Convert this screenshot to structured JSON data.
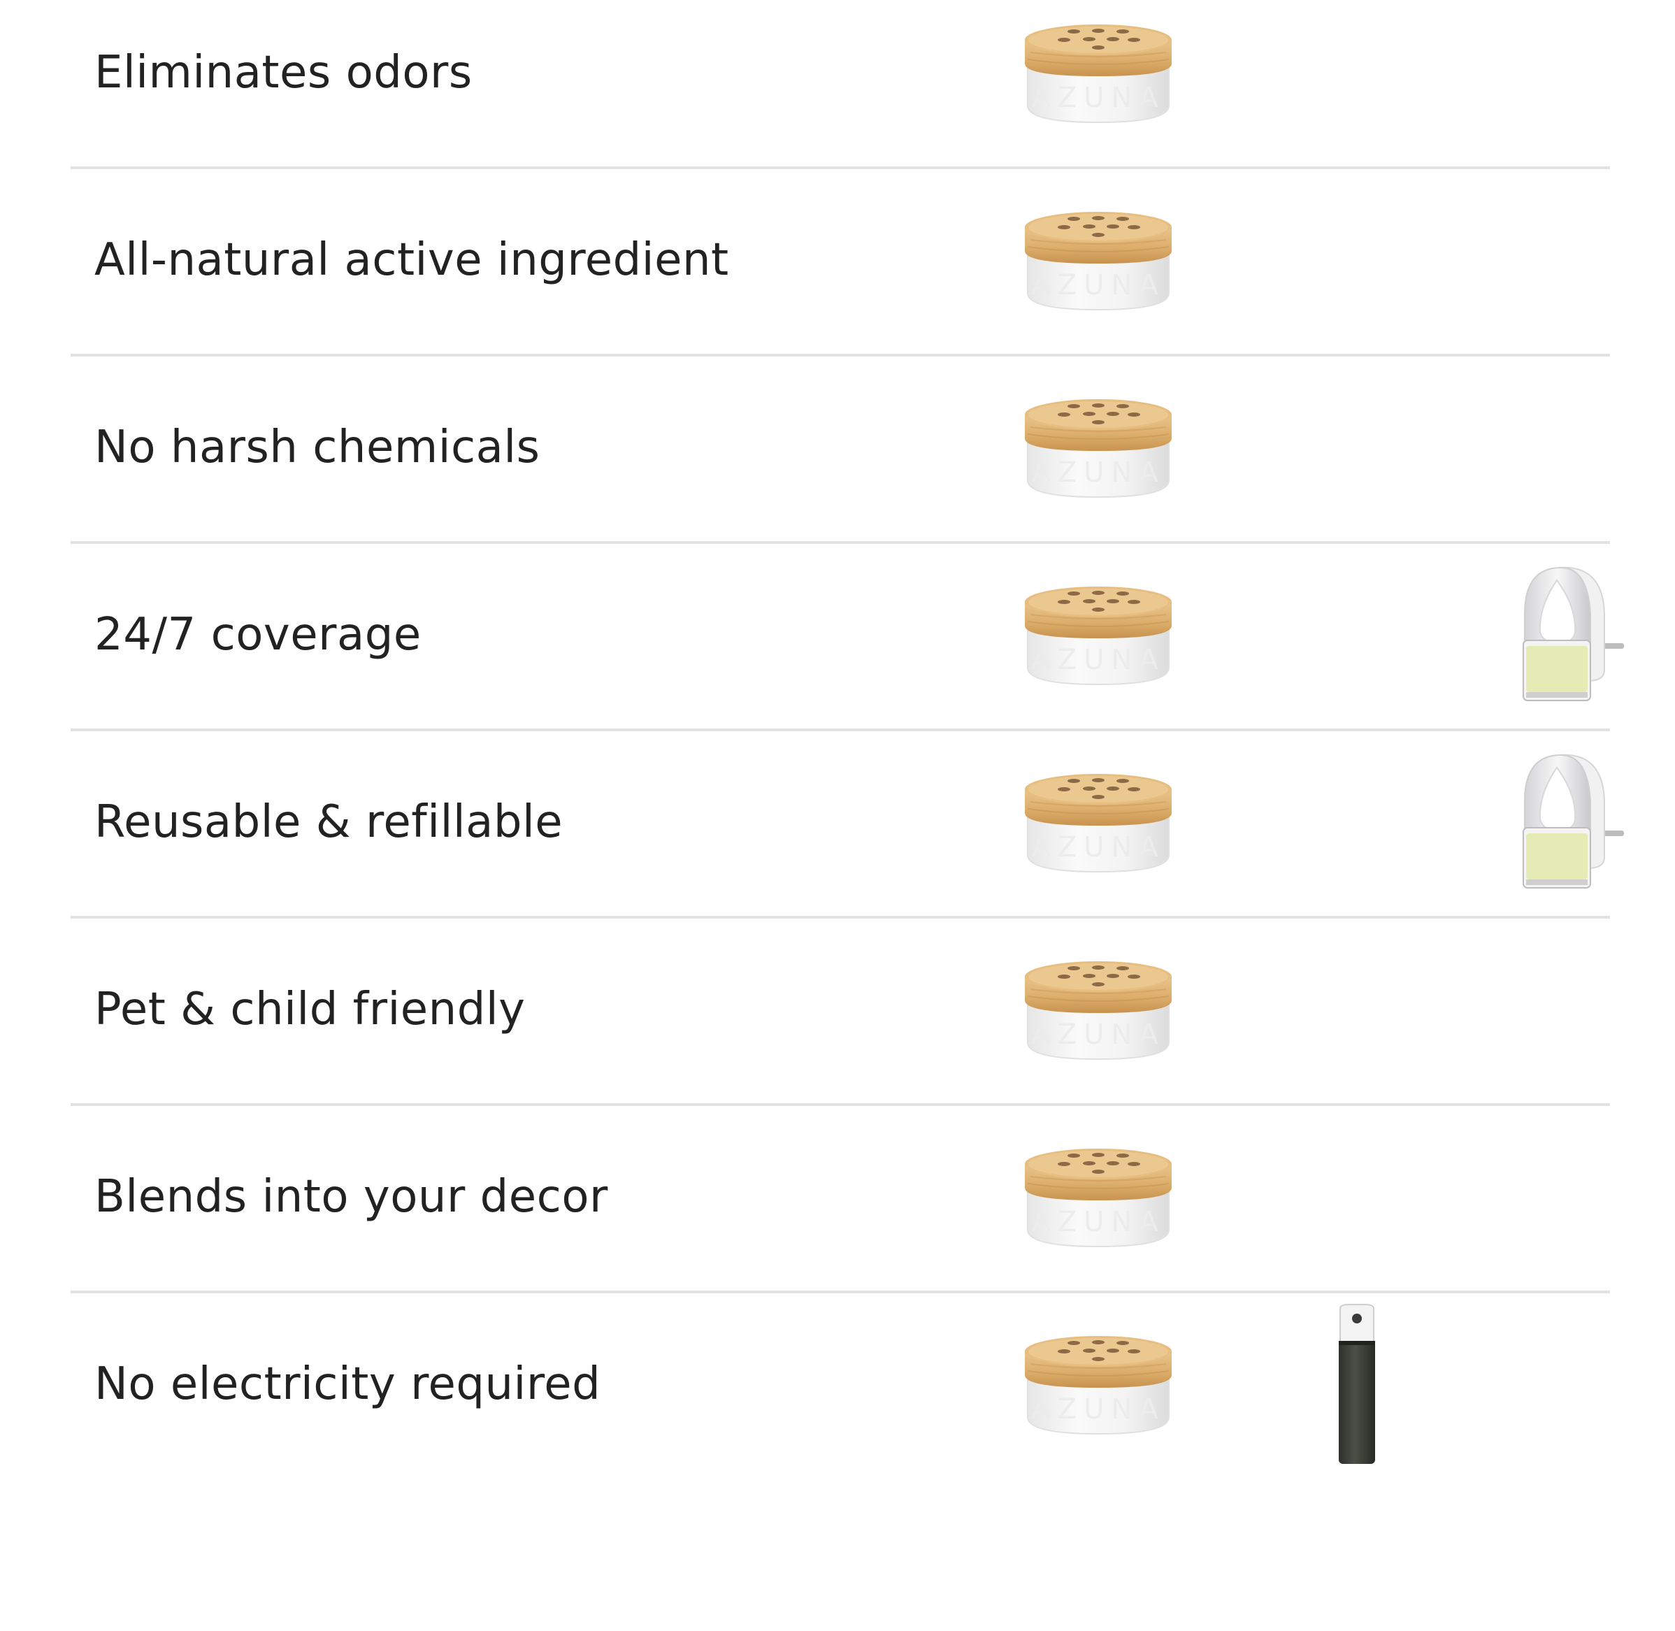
{
  "rows": [
    {
      "label": "Eliminates odors",
      "products": {
        "jar": true,
        "spray": false,
        "plugin": false
      }
    },
    {
      "label": "All-natural active ingredient",
      "products": {
        "jar": true,
        "spray": false,
        "plugin": false
      }
    },
    {
      "label": "No harsh chemicals",
      "products": {
        "jar": true,
        "spray": false,
        "plugin": false
      }
    },
    {
      "label": "24/7 coverage",
      "products": {
        "jar": true,
        "spray": false,
        "plugin": true
      }
    },
    {
      "label": "Reusable & refillable",
      "products": {
        "jar": true,
        "spray": false,
        "plugin": true
      }
    },
    {
      "label": "Pet & child friendly",
      "products": {
        "jar": true,
        "spray": false,
        "plugin": false
      }
    },
    {
      "label": "Blends into your decor",
      "products": {
        "jar": true,
        "spray": false,
        "plugin": false
      }
    },
    {
      "label": "No electricity required",
      "products": {
        "jar": true,
        "spray": true,
        "plugin": false
      }
    }
  ],
  "colors": {
    "text": "#222222",
    "divider": "#e2e2e2",
    "wood": "#e2b878",
    "jar": "#f4f4f4",
    "spray_body": "#3b4038",
    "plugin_liquid": "#e6ebb6"
  },
  "icons": {
    "jar": "wooden-lid-jar-icon",
    "spray": "spray-bottle-icon",
    "plugin": "plug-in-diffuser-icon"
  }
}
